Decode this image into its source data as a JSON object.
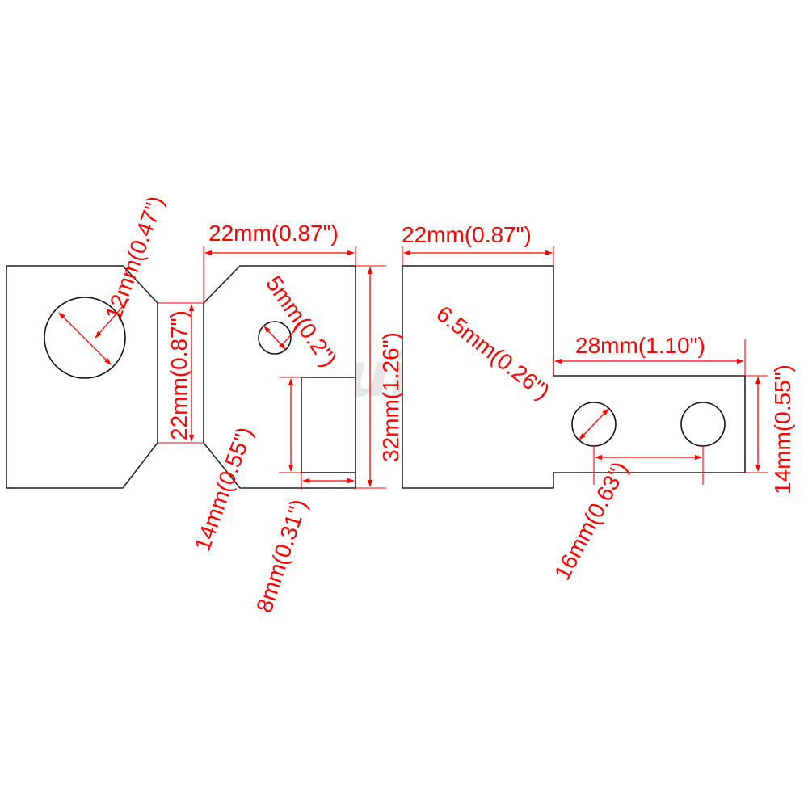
{
  "watermark": "anruijixie",
  "colors": {
    "dimension": "#ff0000",
    "outline": "#222222",
    "background": "#ffffff"
  },
  "labels": {
    "hole_large_diameter": "12mm(0.47\")",
    "bend_width": "22mm(0.87\")",
    "middle_width": "22mm(0.87\")",
    "small_hole_diameter": "5mm(0.2\")",
    "total_height": "32mm(1.26\")",
    "slot_height": "14mm(0.55\")",
    "slot_width": "8mm(0.31\")",
    "right_top_width": "22mm(0.87\")",
    "right_hole_diameter": "6.5mm(0.26\")",
    "tab_length": "28mm(1.10\")",
    "tab_height": "14mm(0.55\")",
    "hole_spacing": "16mm(0.63\")"
  }
}
